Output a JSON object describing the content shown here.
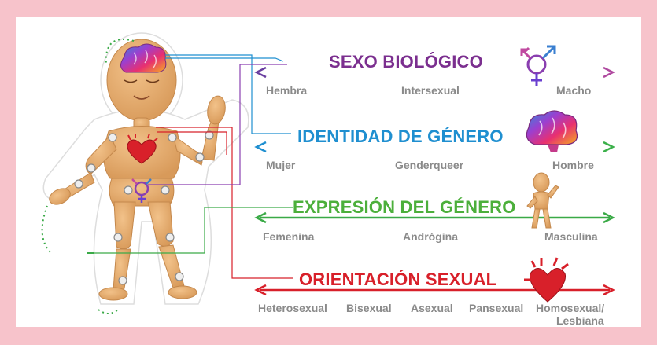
{
  "spectra": [
    {
      "id": "sexo-biologico",
      "title": "SEXO BIOLÓGICO",
      "icon": "gender-symbol-icon",
      "labels": [
        "Hembra",
        "Intersexual",
        "Macho"
      ],
      "color_left": "#6a3fa0",
      "color_right": "#b04aa0",
      "title_color": "#7b2f8f"
    },
    {
      "id": "identidad-de-genero",
      "title": "IDENTIDAD DE GÉNERO",
      "icon": "brain-icon",
      "labels": [
        "Mujer",
        "Genderqueer",
        "Hombre"
      ],
      "color_left": "#1f8fd0",
      "color_right": "#3bb04a",
      "title_color": "#1f8fd0"
    },
    {
      "id": "expresion-del-genero",
      "title": "EXPRESIÓN DEL GÉNERO",
      "icon": "figure-icon",
      "labels": [
        "Femenina",
        "Andrógina",
        "Masculina"
      ],
      "color_left": "#3aaa47",
      "color_right": "#3aaa47",
      "title_color": "#4caf3b"
    },
    {
      "id": "orientacion-sexual",
      "title": "ORIENTACIÓN SEXUAL",
      "icon": "heart-icon",
      "labels": [
        "Heterosexual",
        "Bisexual",
        "Asexual",
        "Pansexual",
        "Homosexual/",
        "Lesbiana"
      ],
      "color_left": "#d8202a",
      "color_right": "#d8202a",
      "title_color": "#d8202a"
    }
  ]
}
